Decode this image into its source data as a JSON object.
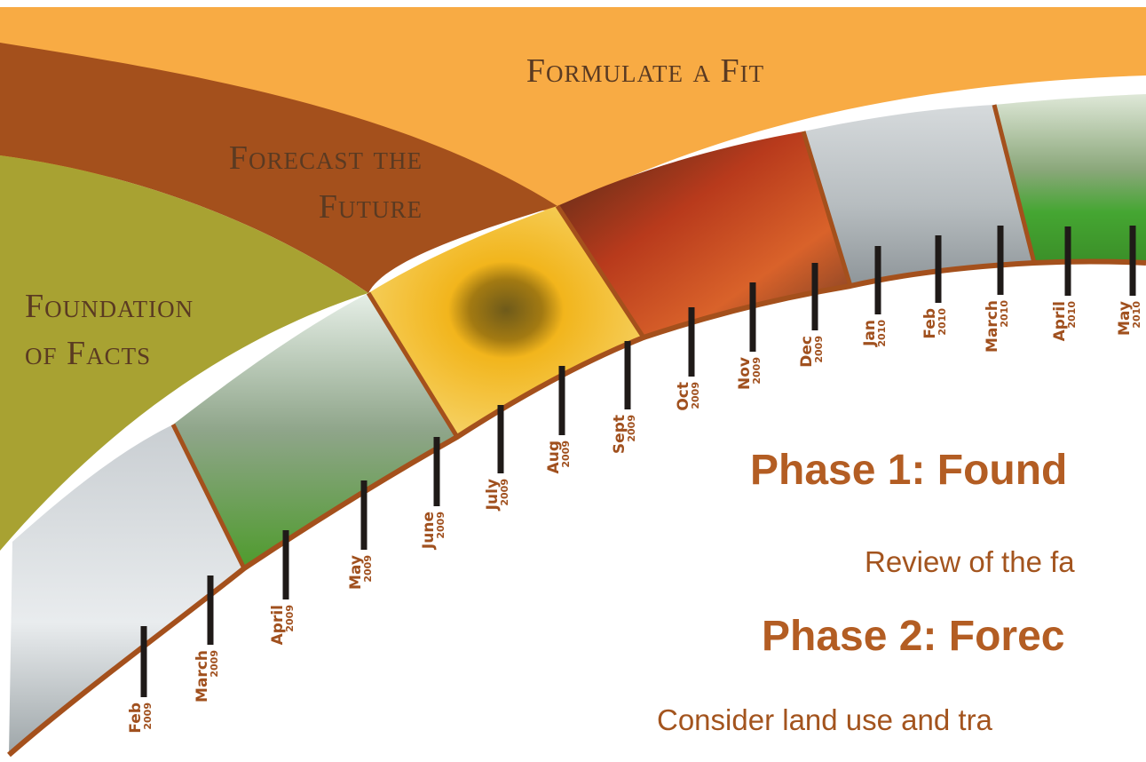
{
  "bands": {
    "formulate": {
      "title": "Formulate a Fit",
      "color": "#f8ab44"
    },
    "forecast": {
      "title_line1": "Forecast the",
      "title_line2": "Future",
      "color": "#a4501c"
    },
    "foundation": {
      "title_line1": "Foundation",
      "title_line2": "of Facts",
      "color": "#a8a232"
    }
  },
  "accent_color": "#b35d23",
  "timeline": [
    {
      "month": "Feb",
      "year": "2009"
    },
    {
      "month": "March",
      "year": "2009"
    },
    {
      "month": "April",
      "year": "2009"
    },
    {
      "month": "May",
      "year": "2009"
    },
    {
      "month": "June",
      "year": "2009"
    },
    {
      "month": "July",
      "year": "2009"
    },
    {
      "month": "Aug",
      "year": "2009"
    },
    {
      "month": "Sept",
      "year": "2009"
    },
    {
      "month": "Oct",
      "year": "2009"
    },
    {
      "month": "Nov",
      "year": "2009"
    },
    {
      "month": "Dec",
      "year": "2009"
    },
    {
      "month": "Jan",
      "year": "2010"
    },
    {
      "month": "Feb",
      "year": "2010"
    },
    {
      "month": "March",
      "year": "2010"
    },
    {
      "month": "April",
      "year": "2010"
    },
    {
      "month": "May",
      "year": "2010"
    }
  ],
  "season_photos": [
    {
      "name": "winter-snow-photo"
    },
    {
      "name": "spring-blossom-photo"
    },
    {
      "name": "summer-sunflower-photo"
    },
    {
      "name": "autumn-leaves-photo"
    },
    {
      "name": "winter-lake-photo"
    },
    {
      "name": "spring-meadow-photo"
    }
  ],
  "phases": {
    "phase1_heading": "Phase 1: Found",
    "phase1_desc": "Review of the fa",
    "phase2_heading": "Phase 2: Forec",
    "phase2_desc": "Consider land use and tra"
  }
}
